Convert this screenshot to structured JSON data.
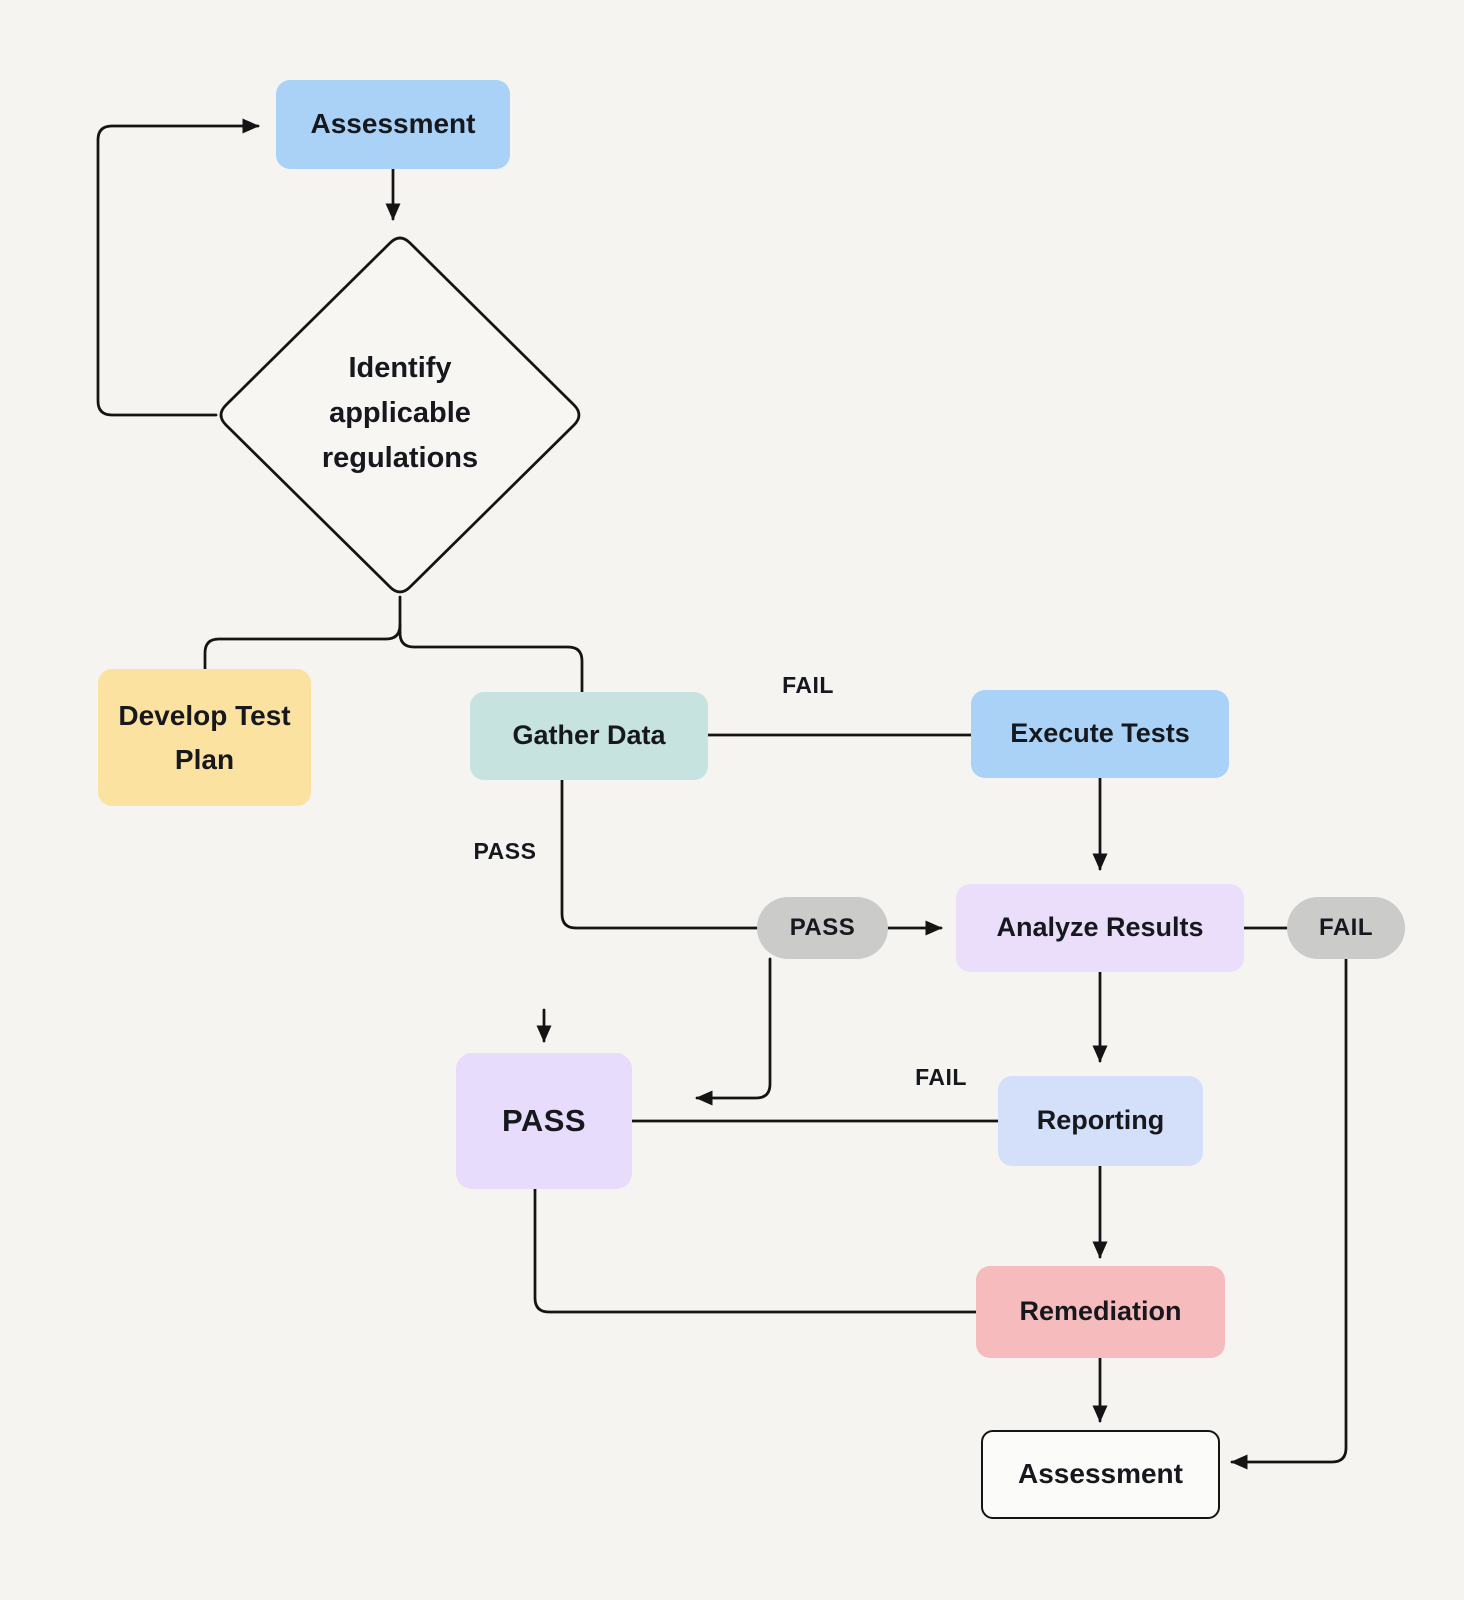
{
  "canvas": {
    "bg": "#F5F4F1",
    "line_color": "#141414"
  },
  "nodes": {
    "assessment_top": {
      "label": "Assessment",
      "fill": "#A9D2F6"
    },
    "identify_regulations": {
      "label": "Identify applicable regulations",
      "fill": "#F7F6F3"
    },
    "develop_test_plan": {
      "label": "Develop Test Plan",
      "fill": "#FBE2A0"
    },
    "gather_data": {
      "label": "Gather Data",
      "fill": "#C6E3E0"
    },
    "execute_tests": {
      "label": "Execute Tests",
      "fill": "#A9D2F6"
    },
    "analyze_results": {
      "label": "Analyze Results",
      "fill": "#EADEFB"
    },
    "pass_pill": {
      "label": "PASS",
      "fill": "#CBCBCA"
    },
    "fail_pill": {
      "label": "FAIL",
      "fill": "#CBCBCA"
    },
    "pass_box": {
      "label": "PASS",
      "fill": "#E7DCFB"
    },
    "reporting": {
      "label": "Reporting",
      "fill": "#D4E0FA"
    },
    "remediation": {
      "label": "Remediation",
      "fill": "#F5BBBD"
    },
    "assessment_bottom": {
      "label": "Assessment",
      "fill": "#FBFBF9"
    }
  },
  "edge_labels": {
    "fail_top": "FAIL",
    "pass_left": "PASS",
    "fail_mid": "FAIL"
  }
}
